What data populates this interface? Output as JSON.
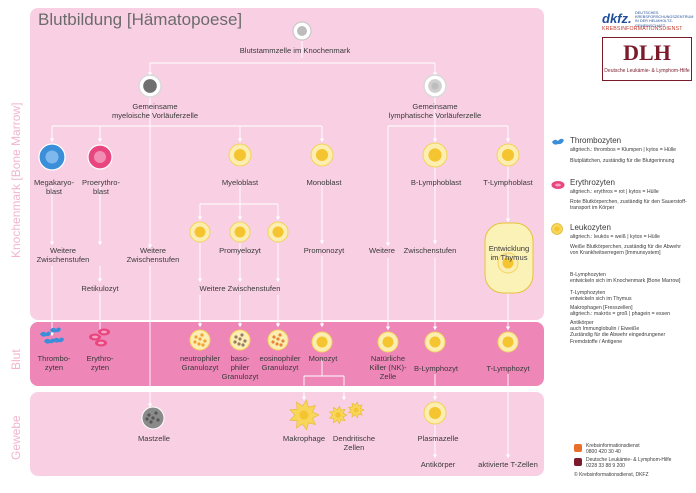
{
  "title": "Blutbildung [Hämatopoese]",
  "zones": {
    "knochenmark": "Knochenmark [Bone Marrow]",
    "blut": "Blut",
    "gewebe": "Gewebe"
  },
  "logos": {
    "dkfz": "dkfz.",
    "dkfz_sub": "DEUTSCHES\nKREBSFORSCHUNGSZENTRUM\nIN DER HELMHOLTZ-GEMEINSCHAFT",
    "kid": "KREBSINFORMATIONSDIENST",
    "dlh": "DLH",
    "dlh_sub": "Deutsche Leukämie- & Lymphom-Hilfe"
  },
  "nodes": {
    "stammzelle": "Blutstammzelle im Knochenmark",
    "myeloisch": "Gemeinsame\nmyeloische Vorläuferzelle",
    "lymphatisch": "Gemeinsame\nlymphatische Vorläuferzelle",
    "megakaryoblast": "Megakaryo-\nblast",
    "proerythroblast": "Proerythro-\nblast",
    "myeloblast": "Myeloblast",
    "monoblast": "Monoblast",
    "b_lymphoblast": "B-Lymphoblast",
    "t_lymphoblast": "T-Lymphoblast",
    "zw1": "Weitere\nZwischenstufen",
    "zw2": "Weitere\nZwischenstufen",
    "retikulozyt": "Retikulozyt",
    "promyelozyt": "Promyelozyt",
    "zw3": "Weitere Zwischenstufen",
    "promonozyt": "Promonozyt",
    "zw4": "Weitere",
    "zw5": "Zwischenstufen",
    "thymus": "Entwicklung\nim Thymus",
    "thrombozyten": "Thrombo-\nzyten",
    "erythrozyten": "Erythro-\nzyten",
    "neutrophil": "neutrophiler\nGranulozyt",
    "basophil": "baso-\nphiler\nGranulozyt",
    "eosinophil": "eosinophiler\nGranulozyt",
    "monozyt": "Monozyt",
    "nk": "Natürliche\nKiller (NK)-\nZelle",
    "b_lymphozyt": "B-Lymphozyt",
    "t_lymphozyt": "T-Lymphozyt",
    "mastzelle": "Mastzelle",
    "makrophage": "Makrophage",
    "dendritisch": "Dendritische\nZellen",
    "plasmazelle": "Plasmazelle",
    "antikoerper": "Antikörper",
    "t_zellen": "aktivierte T-Zellen"
  },
  "legend": {
    "thrombozyten_title": "Thrombozyten",
    "thrombozyten_etym": "altgriech.: thrombos = Klumpen | kytos = Hülle",
    "thrombozyten_desc": "Blutplättchen, zuständig für die Blutgerinnung",
    "erythrozyten_title": "Erythrozyten",
    "erythrozyten_etym": "altgriech.: erythros = rot | kytos = Hülle",
    "erythrozyten_desc": "Rote Blutkörperchen, zuständig für den Sauerstoff-\ntransport im Körper",
    "leukozyten_title": "Leukozyten",
    "leukozyten_etym": "altgriech.: leukós = weiß | kytos = Hülle",
    "leukozyten_desc": "Weiße Blutkörperchen, zuständig für die Abwehr\nvon Krankheitserregern [Immunsystem]",
    "b_lymph": "B-Lymphozyten\nentwickeln sich im Knochenmark [Bone Marrow]",
    "t_lymph": "T-Lymphozyten\nentwickeln sich im Thymus",
    "makrophagen": "Makrophagen [Fresszellen]\naltgriech.: makrós = groß | phagein = essen",
    "antikoerper": "Antikörper\nauch Immunglobulin / Eiweiße\nZuständig für die Abwehr eingedrungener\nFremdstoffe / Antigene"
  },
  "contacts": {
    "kid_label": "Krebsinformationsdienst",
    "kid_phone": "0800 420 30 40",
    "dlh_label": "Deutsche Leukämie- & Lymphom-Hilfe",
    "dlh_phone": "0228 33 88 9 200",
    "copyright": "© Krebsinformationsdienst, DKFZ"
  },
  "colors": {
    "marrow_bg": "#f9d0e3",
    "blood_bg": "#ee86b8",
    "tissue_bg": "#f9d0e3",
    "platelet": "#3b8fd8",
    "erythro": "#e9457f",
    "leuko": "#f7d65a",
    "stem": "#e5e5e5",
    "mast": "#8a8a8a"
  }
}
